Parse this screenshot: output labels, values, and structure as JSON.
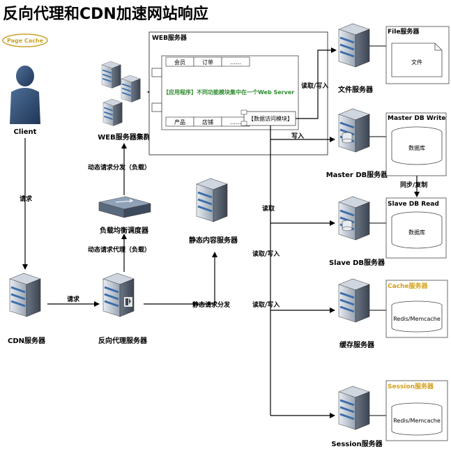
{
  "title": "反向代理和CDN加速网站响应",
  "page_cache_badge": "Page Cache",
  "client": {
    "label": "Client"
  },
  "cdn": {
    "label": "CDN服务器"
  },
  "reverse_proxy": {
    "label": "反向代理服务器"
  },
  "load_balancer": {
    "label": "负载均衡调度器"
  },
  "web_cluster": {
    "label": "WEB服务器集群"
  },
  "static_server": {
    "label": "静态内容服务器"
  },
  "web_server": {
    "title": "WEB服务器",
    "top_modules": [
      "会员",
      "订单",
      "......"
    ],
    "bottom_modules": [
      "产品",
      "店铺",
      "......"
    ],
    "app_text": "【应用程序】不同功能模块集中在一个Web Server",
    "data_access": "【数据访问模块】"
  },
  "file_server": {
    "label": "文件服务器",
    "box_title": "File服务器",
    "doc": "文件"
  },
  "master_db": {
    "label": "Master DB服务器",
    "box_title": "Master DB Write",
    "store": "数据库"
  },
  "slave_db": {
    "label": "Slave DB服务器",
    "box_title": "Slave DB Read",
    "store": "数据库"
  },
  "cache": {
    "label": "缓存服务器",
    "box_title": "Cache服务器",
    "store": "Redis/Memcache"
  },
  "session": {
    "label": "Session服务器",
    "box_title": "Session服务器",
    "store": "Redis/Memcache"
  },
  "edges": {
    "request_client": "请求",
    "request_cdn": "请求",
    "dyn_proxy": "动态请求代理（负载）",
    "dyn_dispatch": "动态请求分发（负载）",
    "static_dispatch": "静态请求分发",
    "read_write_file": "读取/写入",
    "write_master": "写入",
    "sync_replicate": "同步/复制",
    "read_slave": "读取",
    "read_write_1": "读取/写入",
    "read_write_2": "读取/写入"
  },
  "colors": {
    "badge": "#c9a227",
    "app_text": "#2e8b2e",
    "title_orange": "#d4a017",
    "line": "#000000"
  }
}
